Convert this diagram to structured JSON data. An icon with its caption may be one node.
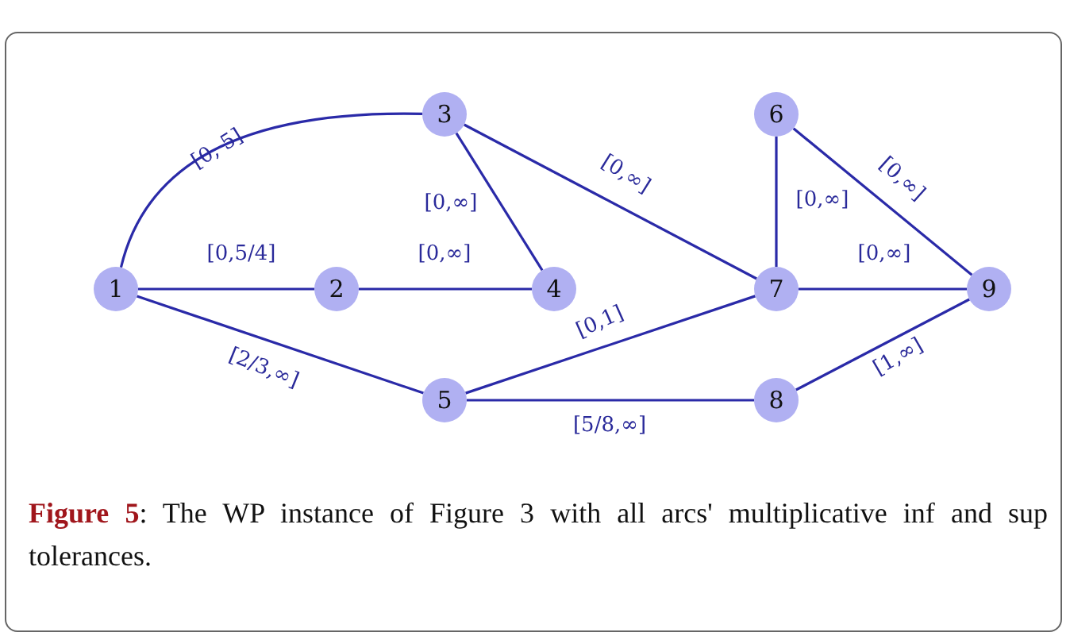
{
  "diagram": {
    "caption": "**Figure 5**: The WP instance of Figure 3 with all arcs' multiplicative inf and sup tolerances.",
    "nodes": [
      {
        "text": [
          "1"
        ]
      },
      {
        "text": [
          "2"
        ]
      },
      {
        "text": [
          "3"
        ]
      },
      {
        "text": [
          "4"
        ]
      },
      {
        "text": [
          "5"
        ]
      },
      {
        "text": [
          "6"
        ]
      },
      {
        "text": [
          "7"
        ]
      },
      {
        "text": [
          "8"
        ]
      },
      {
        "text": [
          "9"
        ]
      }
    ],
    "edges": [
      {
        "from": 0,
        "to": 2,
        "arrow": "none",
        "label": "[0, 5]"
      },
      {
        "from": 0,
        "to": 1,
        "arrow": "none",
        "label": "[0,5/4]"
      },
      {
        "from": 1,
        "to": 3,
        "arrow": "none",
        "label": "[0,∞]"
      },
      {
        "from": 2,
        "to": 3,
        "arrow": "none",
        "label": "[0,∞]"
      },
      {
        "from": 2,
        "to": 6,
        "arrow": "none",
        "label": "[0,∞]"
      },
      {
        "from": 0,
        "to": 4,
        "arrow": "none",
        "label": "[2/3,∞]"
      },
      {
        "from": 4,
        "to": 6,
        "arrow": "none",
        "label": "[0,1]"
      },
      {
        "from": 4,
        "to": 7,
        "arrow": "none",
        "label": "[5/8,∞]"
      },
      {
        "from": 5,
        "to": 6,
        "arrow": "none",
        "label": "[0,∞]"
      },
      {
        "from": 5,
        "to": 8,
        "arrow": "none",
        "label": "[0,∞]"
      },
      {
        "from": 6,
        "to": 8,
        "arrow": "none",
        "label": "[0,∞]"
      },
      {
        "from": 7,
        "to": 8,
        "arrow": "none",
        "label": "[1,∞]"
      }
    ]
  }
}
